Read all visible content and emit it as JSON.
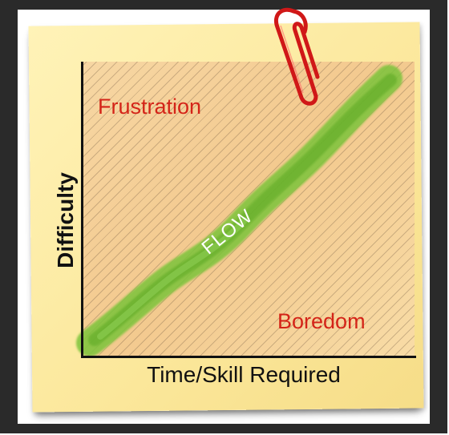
{
  "diagram": {
    "regions": {
      "top_left": "Frustration",
      "bottom_right": "Boredom",
      "diagonal": "FLOW"
    },
    "axes": {
      "x_label": "Time/Skill Required",
      "y_label": "Difficulty"
    },
    "colors": {
      "frame": "#2a2a2a",
      "sticky_note": "#fbe79a",
      "plot_area": "#f3c98e",
      "flow_band": "#6fbf2e",
      "region_text": "#d42418",
      "axis": "#111111",
      "paperclip": "#d01818"
    },
    "decorations": [
      "paperclip-icon",
      "hatch-pattern"
    ]
  }
}
